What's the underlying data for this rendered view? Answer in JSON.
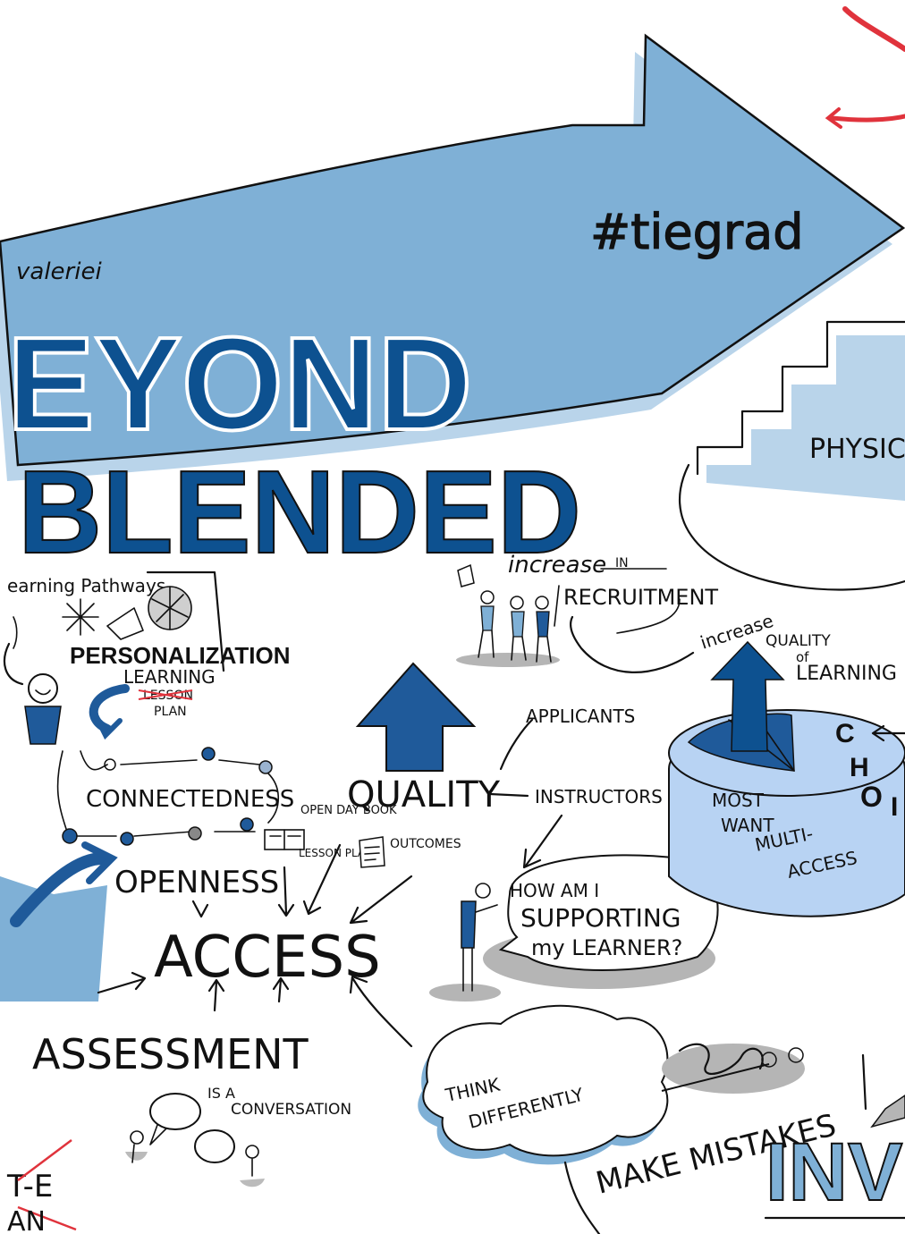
{
  "colors": {
    "arrow_light": "#7fb0d6",
    "arrow_shadow": "#b9d4ea",
    "title_dark": "#0d5190",
    "accent_blue": "#1f5a9a",
    "pale_blue": "#b8d3f3",
    "shadow_gray": "#b5b5b5",
    "red": "#e0333c",
    "ink": "#111111"
  },
  "header": {
    "author": "valeriei",
    "hashtag": "#tiegrad",
    "title_line1": "EYOND",
    "title_line2": "BLENDED",
    "physical": "PHYSICA"
  },
  "left": {
    "pathways": "earning Pathways",
    "personalization": "PERSONALIZATION",
    "learning": "LEARNING",
    "lesson": "LESSON",
    "plan": "PLAN",
    "connectedness": "CONNECTEDNESS",
    "openness": "OPENNESS",
    "access": "ACCESS",
    "assessment": "ASSESSMENT",
    "is_a": "IS A",
    "conversation": "CONVERSATION",
    "cut_e": "T-E",
    "cut_an": "AN"
  },
  "center": {
    "open_day_book": "OPEN DAY BOOK",
    "lesson_plan": "LESSON PLAN",
    "outcomes": "OUTCOMES",
    "quality": "QUALITY",
    "increase": "increase",
    "in": "IN",
    "recruitment": "RECRUITMENT",
    "applicants": "APPLICANTS",
    "instructors": "INSTRUCTORS",
    "how_am_i": "HOW AM I",
    "supporting": "SUPPORTING",
    "my_learner": "my LEARNER?",
    "think": "THINK",
    "differently": "DIFFERENTLY",
    "make_mistakes": "MAKE MISTAKES",
    "inv": "INV"
  },
  "right": {
    "increase2": "increase",
    "quality2": "QUALITY",
    "of": "of",
    "learning2": "LEARNING",
    "most": "MOST",
    "want": "WANT",
    "multi": "MULTI-",
    "access2": "ACCESS",
    "choi_c": "C",
    "choi_h": "H",
    "choi_o": "O",
    "choi_i": "I"
  }
}
